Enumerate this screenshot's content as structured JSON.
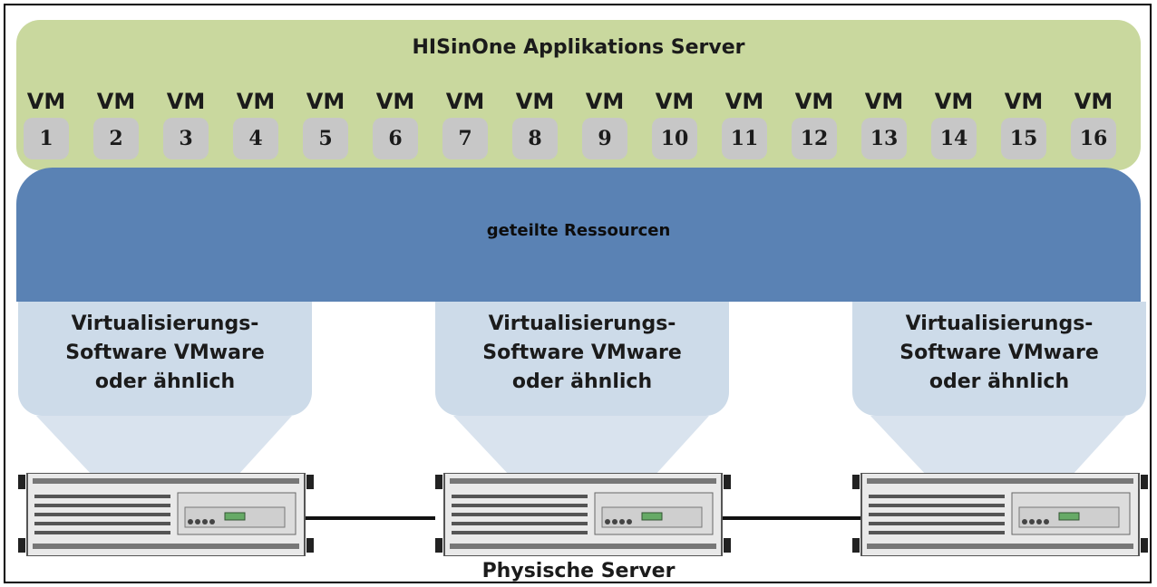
{
  "title": "HISinOne Applikations Server",
  "vms": [
    {
      "label": "VM",
      "number": "1"
    },
    {
      "label": "VM",
      "number": "2"
    },
    {
      "label": "VM",
      "number": "3"
    },
    {
      "label": "VM",
      "number": "4"
    },
    {
      "label": "VM",
      "number": "5"
    },
    {
      "label": "VM",
      "number": "6"
    },
    {
      "label": "VM",
      "number": "7"
    },
    {
      "label": "VM",
      "number": "8"
    },
    {
      "label": "VM",
      "number": "9"
    },
    {
      "label": "VM",
      "number": "10"
    },
    {
      "label": "VM",
      "number": "11"
    },
    {
      "label": "VM",
      "number": "12"
    },
    {
      "label": "VM",
      "number": "13"
    },
    {
      "label": "VM",
      "number": "14"
    },
    {
      "label": "VM",
      "number": "15"
    },
    {
      "label": "VM",
      "number": "16"
    }
  ],
  "shared_resources": "geteilte Ressourcen",
  "virtualization": [
    {
      "line1": "Virtualisierungs-",
      "line2": "Software VMware",
      "line3": "oder ähnlich"
    },
    {
      "line1": "Virtualisierungs-",
      "line2": "Software VMware",
      "line3": "oder ähnlich"
    },
    {
      "line1": "Virtualisierungs-",
      "line2": "Software VMware",
      "line3": "oder ähnlich"
    }
  ],
  "physical_servers_label": "Physische Server",
  "colors": {
    "green_panel": "#c9d89e",
    "blue_panel": "#5a82b4",
    "virt_box": "#cddbe9",
    "vm_tab": "#c7c7c7"
  }
}
